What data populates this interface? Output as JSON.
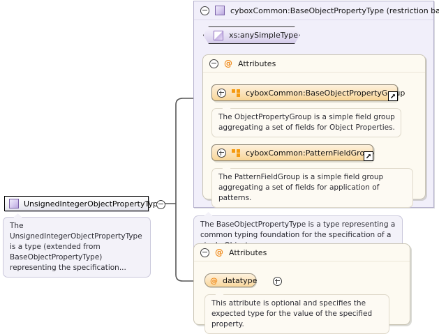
{
  "diagram": {
    "type": "xml-schema-diagram",
    "root_node": {
      "label": "UnsignedIntegerObjectPropertyType",
      "icon": "complex-type-icon",
      "toggle": "minus",
      "annotation": "The UnsignedIntegerObjectPropertyType is a type (extended from BaseObjectPropertyType) representing the specification..."
    },
    "base_panel": {
      "title": "cyboxCommon:BaseObjectPropertyType (restriction base)",
      "toggle": "minus",
      "icon": "complex-type-icon",
      "simple_type": {
        "label": "xs:anySimpleType",
        "icon": "simple-type-icon"
      },
      "attributes": {
        "label": "Attributes",
        "toggle": "minus",
        "icon": "at-icon",
        "groups": [
          {
            "label": "cyboxCommon:BaseObjectPropertyGroup",
            "toggle": "plus",
            "icon": "attribute-group-icon",
            "badge": "external-link-icon",
            "annotation": "The ObjectPropertyGroup is a simple field group aggregating a set of fields for Object Properties."
          },
          {
            "label": "cyboxCommon:PatternFieldGroup",
            "toggle": "plus",
            "icon": "attribute-group-icon",
            "badge": "external-link-icon",
            "annotation": "The PatternFieldGroup is a simple field group aggregating a set of fields for application of patterns."
          }
        ]
      },
      "annotation": "The BaseObjectPropertyType is a type representing a common typing foundation for the specification of a single Object..."
    },
    "own_attributes": {
      "label": "Attributes",
      "toggle": "minus",
      "icon": "at-icon",
      "items": [
        {
          "label": "datatype",
          "icon": "at-icon",
          "toggle": "plus",
          "annotation": "This attribute is optional and specifies the expected type for the value of the specified property."
        }
      ]
    },
    "colors": {
      "panel_lavender": "#f1effa",
      "panel_cream": "#fdfaf1",
      "group_orange": "#f59a0f",
      "node_purple": "#b9a6dd",
      "connector": "#555555"
    }
  }
}
